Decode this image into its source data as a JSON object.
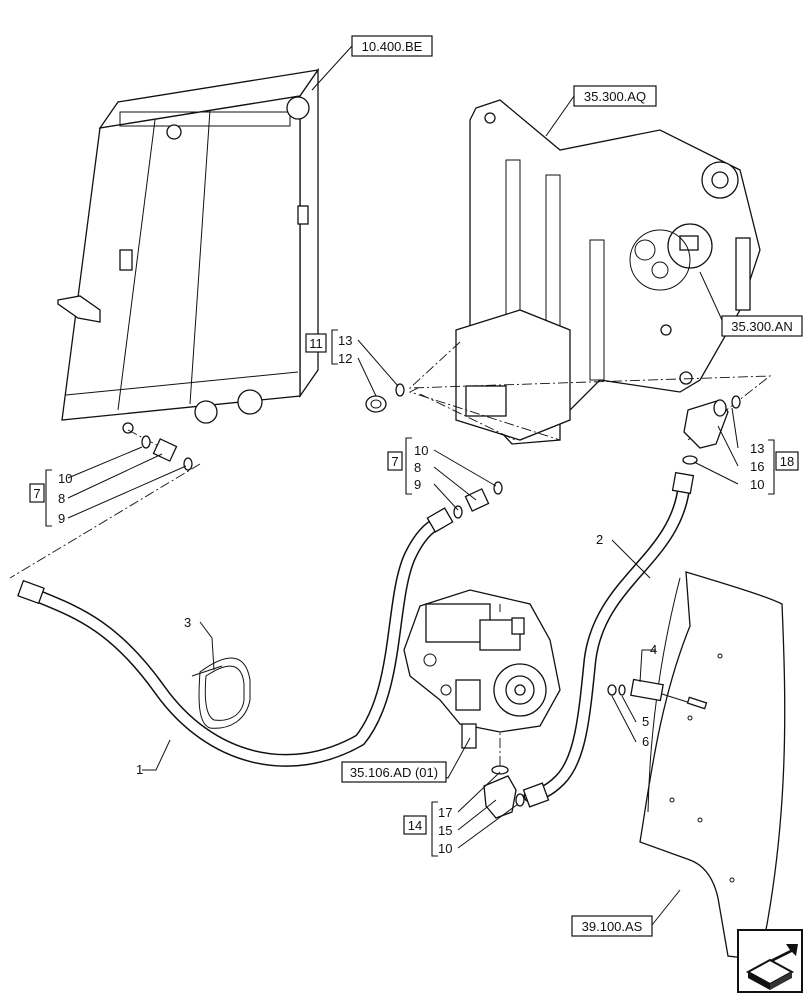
{
  "references": {
    "radiator": "10.400.BE",
    "tank": "35.300.AQ",
    "filter": "35.300.AN",
    "pump": "35.106.AD (01)",
    "fender": "39.100.AS"
  },
  "groups": {
    "g7_left": {
      "box": "7",
      "items": [
        "10",
        "8",
        "9"
      ]
    },
    "g11": {
      "box": "11",
      "items": [
        "13",
        "12"
      ]
    },
    "g7_mid": {
      "box": "7",
      "items": [
        "10",
        "8",
        "9"
      ]
    },
    "g18": {
      "box": "18",
      "items": [
        "13",
        "16",
        "10"
      ]
    },
    "g14": {
      "box": "14",
      "items": [
        "17",
        "15",
        "10"
      ]
    }
  },
  "callouts": {
    "hose1": "1",
    "hose2": "2",
    "strap": "3",
    "bolt": "4",
    "washer": "5",
    "nut": "6"
  },
  "nav_icon": "next-page-arrow-icon"
}
